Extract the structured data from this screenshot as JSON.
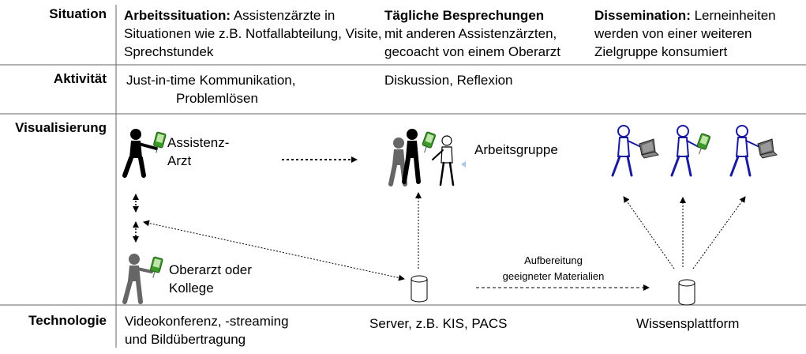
{
  "rows": {
    "situation": "Situation",
    "aktivitaet": "Aktivität",
    "visualisierung": "Visualisierung",
    "technologie": "Technologie"
  },
  "situation": {
    "col1_head": "Arbeitssituation:",
    "col1_text": " Assistenzärzte in Situationen wie z.B. Notfallabteilung, Visite, Sprechstundek",
    "col2_head": "Tägliche Besprechungen",
    "col2_text": "mit anderen Assistenzärzten, gecoacht von einem Oberarzt",
    "col3_head": "Dissemination:",
    "col3_text": " Lerneinheiten werden von einer weiteren Zielgruppe konsumiert"
  },
  "aktivitaet": {
    "col1_line1": "Just-in-time Kommunikation,",
    "col1_line2": "Problemlösen",
    "col2": "Diskussion, Reflexion"
  },
  "visual": {
    "assistenz_line1": "Assistenz-",
    "assistenz_line2": "Arzt",
    "arbeitsgruppe": "Arbeitsgruppe",
    "oberarzt_line1": "Oberarzt oder",
    "oberarzt_line2": "Kollege",
    "aufbereitung_line1": "Aufbereitung",
    "aufbereitung_line2": "geeigneter Materialien"
  },
  "technologie": {
    "col1_line1": "Videokonferenz, -streaming",
    "col1_line2": "und Bildübertragung",
    "col2": "Server, z.B. KIS, PACS",
    "col3": "Wissensplattform"
  },
  "colors": {
    "grid": "#666666",
    "person_black": "#000000",
    "person_gray": "#555555",
    "person_blue": "#1a1aa0",
    "device_green": "#3c9a2a"
  },
  "icons": [
    "walking-person-with-pda-icon",
    "group-of-people-icon",
    "person-with-laptop-icon",
    "database-cylinder-icon"
  ]
}
